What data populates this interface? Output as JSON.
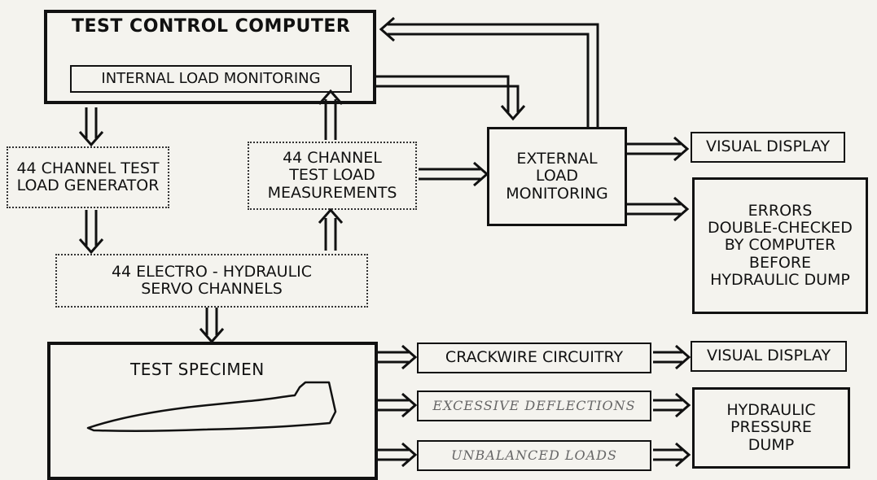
{
  "computer": {
    "title": "TEST CONTROL COMPUTER",
    "internal": "INTERNAL LOAD MONITORING"
  },
  "generator": "44 CHANNEL TEST\nLOAD GENERATOR",
  "measurements": "44 CHANNEL\nTEST LOAD\nMEASUREMENTS",
  "servo": "44 ELECTRO - HYDRAULIC\nSERVO CHANNELS",
  "external": "EXTERNAL\nLOAD\nMONITORING",
  "visual_display_1": "VISUAL DISPLAY",
  "errors": "ERRORS\nDOUBLE-CHECKED\nBY COMPUTER\nBEFORE\nHYDRAULIC DUMP",
  "specimen": "TEST SPECIMEN",
  "crackwire": "CRACKWIRE CIRCUITRY",
  "visual_display_2": "VISUAL DISPLAY",
  "excessive": "EXCESSIVE DEFLECTIONS",
  "unbalanced": "UNBALANCED LOADS",
  "dump": "HYDRAULIC\nPRESSURE\nDUMP"
}
